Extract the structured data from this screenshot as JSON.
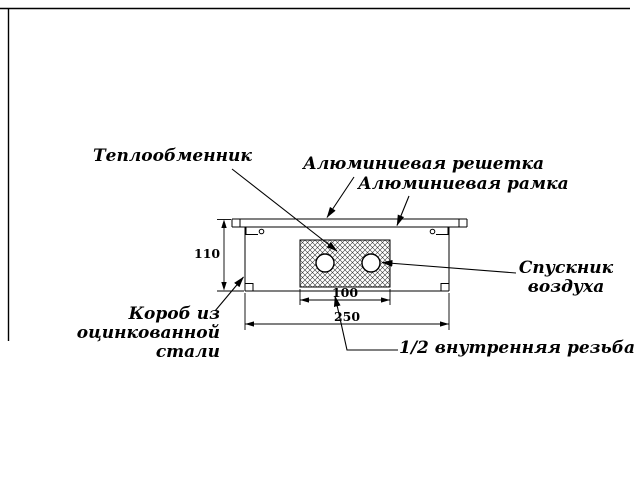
{
  "labels": {
    "heat_exchanger": "Теплообменник",
    "aluminum_grille": "Алюминиевая решетка",
    "aluminum_frame": "Алюминиевая рамка",
    "air_vent_line1": "Спускник",
    "air_vent_line2": "воздуха",
    "steel_box_line1": "Короб из",
    "steel_box_line2": "оцинкованной стали",
    "thread": "1/2 внутренняя резьба"
  },
  "dimensions": {
    "height": "110",
    "exchanger_width": "100",
    "total_width": "250"
  },
  "colors": {
    "line": "#000000",
    "background": "#ffffff"
  }
}
